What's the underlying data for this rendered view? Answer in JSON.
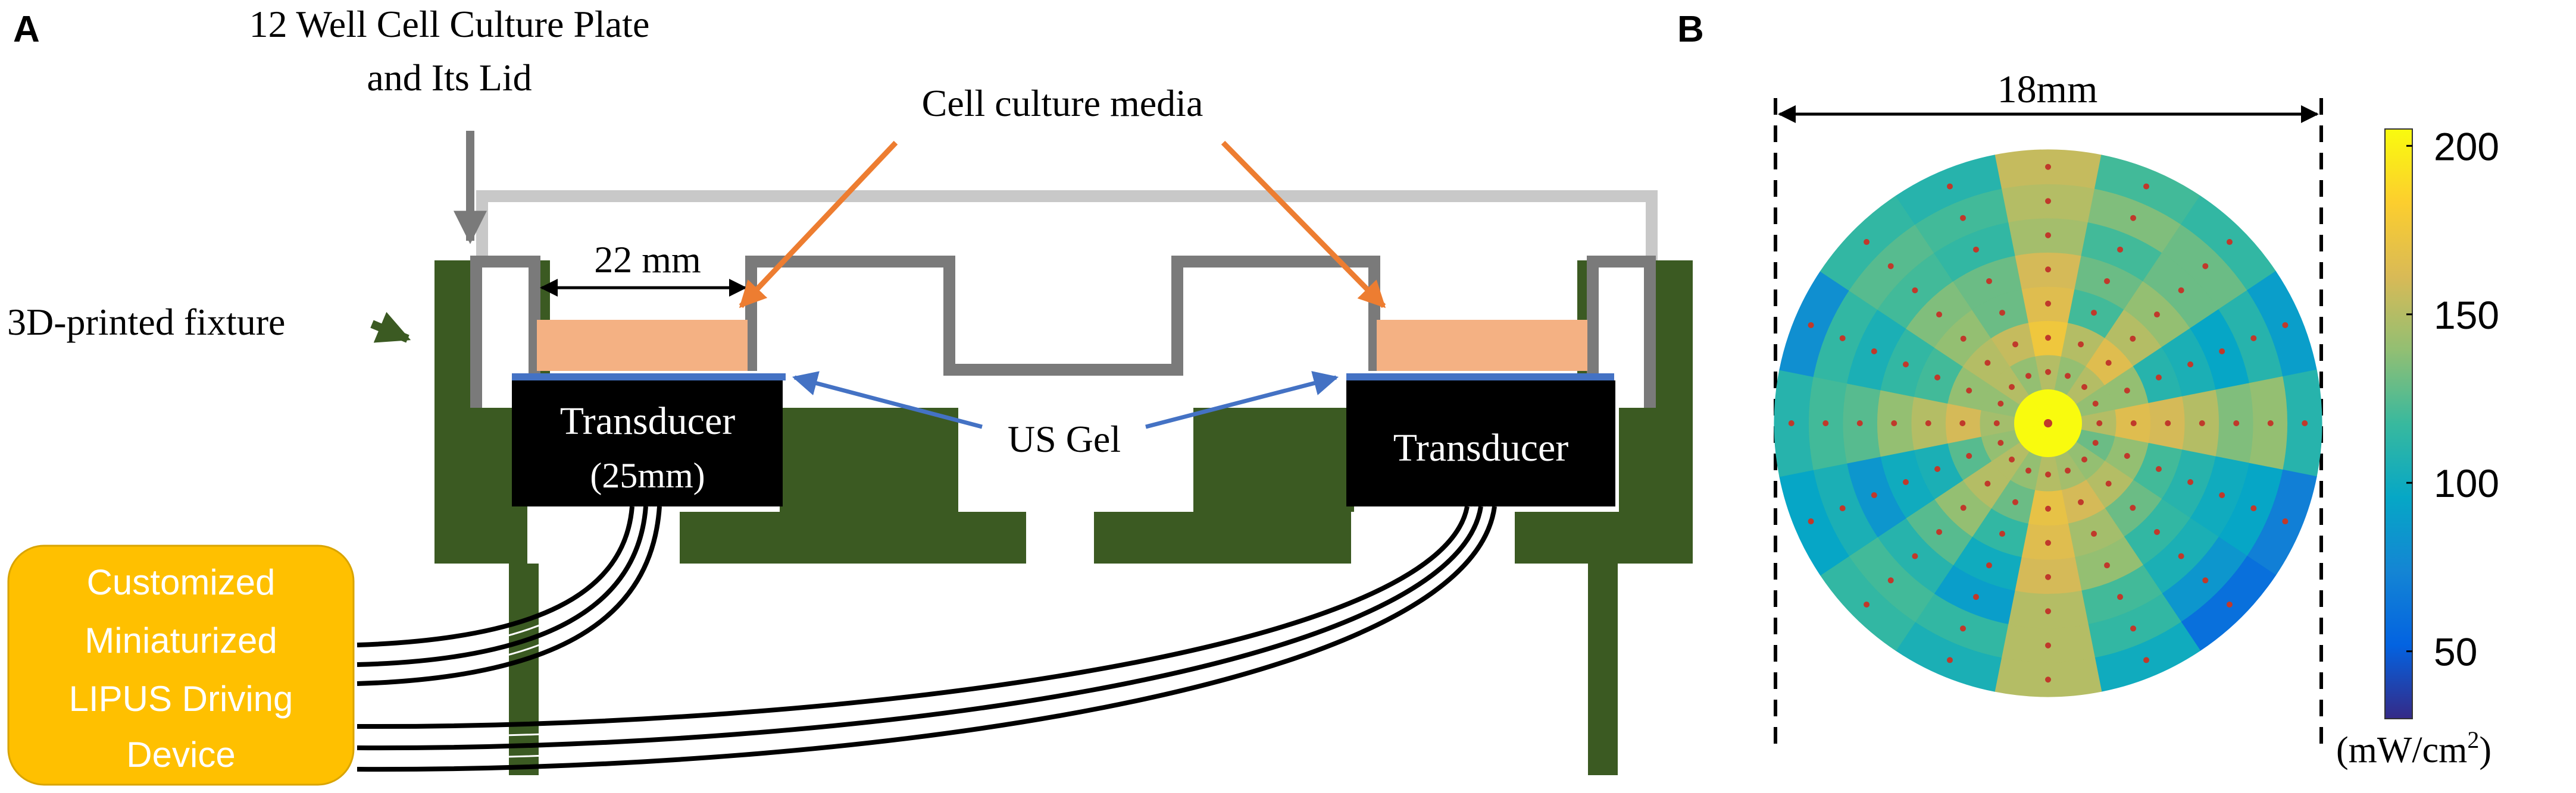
{
  "panel_a": {
    "panel_label": "A",
    "plate_label_line1": "12 Well Cell Culture Plate",
    "plate_label_line2": "and Its Lid",
    "media_label": "Cell culture media",
    "fixture_label": "3D-printed fixture",
    "width_label": "22 mm",
    "gel_label": "US Gel",
    "transducer_left_line1": "Transducer",
    "transducer_left_line2": "(25mm)",
    "transducer_right": "Transducer",
    "device_line1": "Customized",
    "device_line2": "Miniaturized",
    "device_line3": "LIPUS Driving",
    "device_line4": "Device",
    "colors": {
      "fixture": "#3b5a22",
      "plate": "#7a7a7a",
      "lid": "#c8c8c8",
      "media": "#f4b183",
      "gel": "#4472c4",
      "transducer": "#000000",
      "device": "#ffc000",
      "media_arrow": "#ed7d31",
      "gel_arrow": "#4472c4"
    }
  },
  "panel_b": {
    "panel_label": "B",
    "width_label": "18mm",
    "colorbar_ticks": [
      "200",
      "150",
      "100",
      "50"
    ],
    "colorbar_unit": "(mW/cm",
    "colorbar_unit_sup": "2",
    "colorbar_unit_close": ")",
    "colorbar_range": [
      30,
      205
    ]
  },
  "chart_data": {
    "type": "heatmap",
    "title": "",
    "projection": "polar",
    "diameter_label": "18mm",
    "colorbar_label": "(mW/cm2)",
    "colorbar_ticks": [
      50,
      100,
      150,
      200
    ],
    "value_range": [
      30,
      205
    ],
    "rings": 8,
    "sectors": 16,
    "angle_start_deg": -90,
    "values": [
      [
        205,
        205,
        205,
        205,
        205,
        205,
        205,
        205,
        205,
        205,
        205,
        205,
        205,
        205,
        205,
        205
      ],
      [
        150,
        140,
        150,
        140,
        150,
        130,
        140,
        145,
        150,
        140,
        150,
        140,
        145,
        140,
        150,
        140
      ],
      [
        175,
        150,
        165,
        140,
        165,
        140,
        150,
        160,
        170,
        130,
        150,
        125,
        160,
        140,
        150,
        155
      ],
      [
        165,
        120,
        150,
        110,
        160,
        120,
        130,
        145,
        165,
        115,
        140,
        105,
        150,
        120,
        140,
        130
      ],
      [
        160,
        130,
        140,
        105,
        150,
        110,
        115,
        140,
        160,
        100,
        125,
        100,
        140,
        115,
        135,
        130
      ],
      [
        145,
        120,
        130,
        95,
        135,
        100,
        105,
        120,
        150,
        90,
        110,
        85,
        125,
        105,
        120,
        115
      ],
      [
        150,
        135,
        130,
        110,
        140,
        95,
        85,
        115,
        150,
        115,
        120,
        105,
        120,
        115,
        125,
        120
      ],
      [
        155,
        120,
        115,
        90,
        110,
        70,
        60,
        100,
        150,
        105,
        115,
        95,
        110,
        80,
        115,
        110
      ]
    ]
  }
}
